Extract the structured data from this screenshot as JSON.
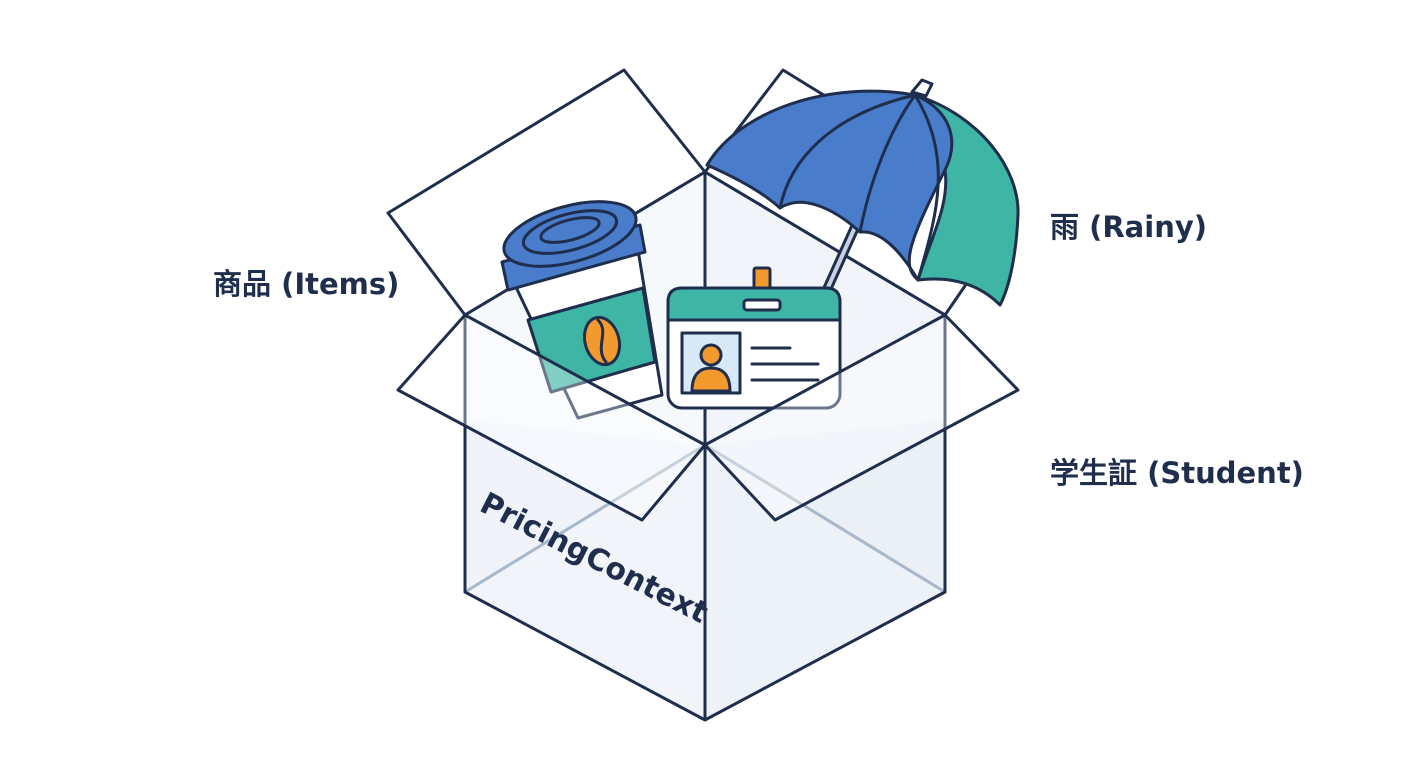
{
  "labels": {
    "items": "商品 (Items)",
    "rainy": "雨 (Rainy)",
    "student": "学生証 (Student)"
  },
  "box": {
    "title": "PricingContext"
  },
  "colors": {
    "outline": "#1f2e4d",
    "box_fill": "#eef3f9",
    "inner_edge": "#a9b9cc",
    "umbrella_blue": "#4a7ccc",
    "umbrella_teal": "#3eb5a5",
    "cup_blue": "#4a7ccc",
    "cup_teal": "#3eb5a5",
    "accent_orange": "#f39a2e",
    "card_teal": "#3eb5a5"
  },
  "icons": [
    "coffee-cup-icon",
    "umbrella-icon",
    "student-id-card-icon",
    "coffee-bean-icon",
    "person-icon",
    "open-box-icon"
  ]
}
